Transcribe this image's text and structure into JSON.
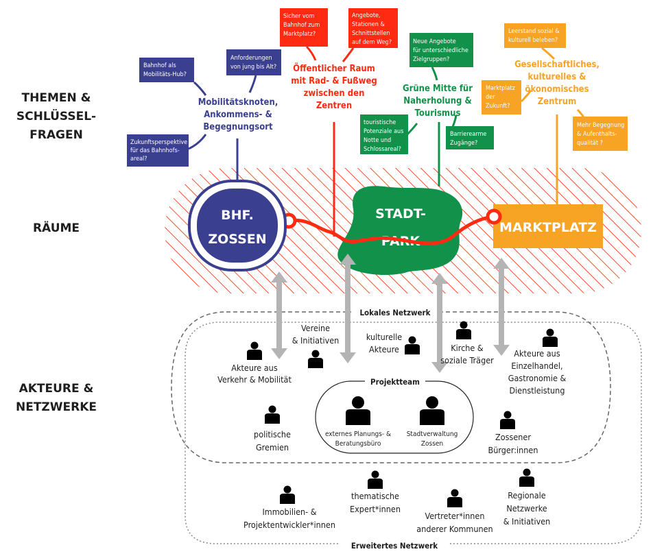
{
  "sections": {
    "themes": [
      "THEMEN &",
      "SCHLÜSSEL-",
      "FRAGEN"
    ],
    "spaces": "RÄUME",
    "actors": [
      "AKTEURE &",
      "NETZWERKE"
    ]
  },
  "colors": {
    "blue": "#3b3f8f",
    "red": "#ff2a12",
    "green": "#12914a",
    "orange": "#f7a324",
    "arrow": "#b4b4b4"
  },
  "themes": {
    "mobility": {
      "title": [
        "Mobilitätsknoten,",
        "Ankommens- &",
        "Begegnungsort"
      ],
      "questions": [
        [
          "Bahnhof als",
          "Mobilitäts-Hub?"
        ],
        [
          "Anforderungen",
          "von jung bis Alt?"
        ],
        [
          "Zukunftsperspektive",
          "für das Bahnhofs-",
          "areal?"
        ]
      ]
    },
    "public_space": {
      "title": [
        "Öffentlicher Raum",
        "mit Rad- & Fußweg",
        "zwischen den",
        "Zentren"
      ],
      "questions": [
        [
          "Sicher vom",
          "Bahnhof zum",
          "Marktplatz?"
        ],
        [
          "Angebote,",
          "Stationen &",
          "Schnittstellen",
          "auf dem Weg?"
        ]
      ]
    },
    "green": {
      "title": [
        "Grüne Mitte für",
        "Naherholung &",
        "Tourismus"
      ],
      "questions": [
        [
          "Neue Angebote",
          "für unterschiedliche",
          "Zielgruppen?"
        ],
        [
          "touristische",
          "Potenziale aus",
          "Notte und",
          "Schlossareal?"
        ],
        [
          "Barrierearme",
          "Zugänge?"
        ]
      ]
    },
    "center": {
      "title": [
        "Gesellschaftliches,",
        "kulturelles &",
        "ökonomisches",
        "Zentrum"
      ],
      "questions": [
        [
          "Leerstand sozial &",
          "kulturell beleben?"
        ],
        [
          "Marktplatz",
          "der",
          "Zukunft?"
        ],
        [
          "Mehr Begegnung",
          "& Aufenthalts-",
          "qualität ?"
        ]
      ]
    }
  },
  "spaces": {
    "station": [
      "BHF.",
      "ZOSSEN"
    ],
    "park": [
      "STADT-",
      "PARK"
    ],
    "market": "MARKTPLATZ"
  },
  "networks": {
    "local": "Lokales Netzwerk",
    "team": "Projektteam",
    "extended": "Erweitertes Netzwerk"
  },
  "actors": {
    "traffic": [
      "Akteure aus",
      "Verkehr & Mobilität"
    ],
    "clubs": [
      "Vereine",
      "& Initiativen"
    ],
    "culture": [
      "kulturelle",
      "Akteure"
    ],
    "church": [
      "Kirche &",
      "soziale Träger"
    ],
    "retail": [
      "Akteure aus",
      "Einzelhandel,",
      "Gastronomie &",
      "Dienstleistung"
    ],
    "politics": [
      "politische",
      "Gremien"
    ],
    "planning": [
      "externes Planungs- &",
      "Beratungsbüro"
    ],
    "admin": [
      "Stadtverwaltung",
      "Zossen"
    ],
    "citizens": [
      "Zossener",
      "Bürger:innen"
    ],
    "realestate": [
      "Immobilien- &",
      "Projektentwickler*innen"
    ],
    "experts": [
      "thematische",
      "Expert*innen"
    ],
    "communities": [
      "Vertreter*innen",
      "anderer Kommunen"
    ],
    "regional": [
      "Regionale",
      "Netzwerke",
      "& Initiativen"
    ]
  }
}
